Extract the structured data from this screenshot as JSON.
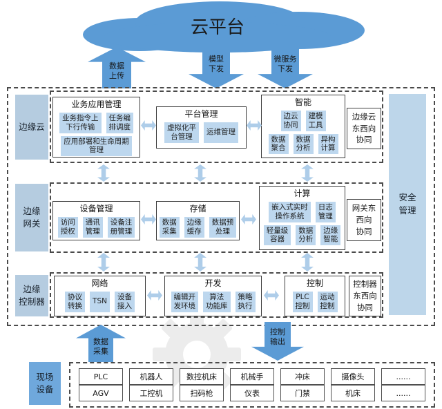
{
  "cloud": {
    "label": "云平台"
  },
  "top_arrows": [
    {
      "label": "数据\n上传",
      "direction": "up"
    },
    {
      "label": "模型\n下发",
      "direction": "down"
    },
    {
      "label": "微服务\n下发",
      "direction": "down"
    }
  ],
  "security_bar": {
    "label": "安全\n管理"
  },
  "layers": [
    {
      "label": "边缘云",
      "groups": [
        {
          "title": "业务应用管理",
          "rows": [
            [
              "业务指令上\n下行传输",
              "任务编\n排调度"
            ],
            [
              "应用部署和生命周期\n管理"
            ]
          ]
        },
        {
          "title": "平台管理",
          "rows": [
            [
              "虚拟化平\n台管理",
              "运维管理"
            ]
          ]
        },
        {
          "title": "智能",
          "rows": [
            [
              "边云\n协同",
              "建模\n工具"
            ],
            [
              "数据\n聚合",
              "数据\n分析",
              "异构\n计算"
            ]
          ]
        }
      ],
      "side_box": "边缘云\n东西向\n协同"
    },
    {
      "label": "边缘\n网关",
      "groups": [
        {
          "title": "设备管理",
          "rows": [
            [
              "访问\n授权",
              "通讯\n管理",
              "设备注\n册管理"
            ]
          ]
        },
        {
          "title": "存储",
          "rows": [
            [
              "数据\n采集",
              "边缘\n缓存",
              "数据预\n处理"
            ]
          ]
        },
        {
          "title": "计算",
          "rows": [
            [
              "嵌入式实时\n操作系统",
              "日志\n管理"
            ],
            [
              "轻量级\n容器",
              "数据\n分析",
              "边缘\n智能"
            ]
          ]
        }
      ],
      "side_box": "网关东\n西向\n协同"
    },
    {
      "label": "边缘\n控制器",
      "groups": [
        {
          "title": "网络",
          "rows": [
            [
              "协议\n转换",
              "TSN",
              "设备\n接入"
            ]
          ]
        },
        {
          "title": "开发",
          "rows": [
            [
              "编辑开\n发环境",
              "算法\n功能库",
              "策略\n执行"
            ]
          ]
        },
        {
          "title": "控制",
          "rows": [
            [
              "PLC\n控制",
              "运动\n控制"
            ]
          ]
        }
      ],
      "side_box": "控制器\n东西向\n协同"
    }
  ],
  "bottom_arrows": [
    {
      "label": "数据\n采集",
      "direction": "up"
    },
    {
      "label": "控制\n输出",
      "direction": "down"
    }
  ],
  "field_devices": {
    "label": "现场\n设备",
    "rows": [
      [
        "PLC",
        "机器人",
        "数控机床",
        "机械手",
        "冲床",
        "摄像头",
        "......"
      ],
      [
        "AGV",
        "工控机",
        "扫码枪",
        "仪表",
        "门禁",
        "机床",
        "......"
      ]
    ]
  },
  "colors": {
    "primary_blue": "#5B9BD5",
    "chip_blue": "#BDD7EE",
    "layer_label_blue": "#B5CCE0",
    "security_bar_blue": "#BDD6EA",
    "field_label_blue": "#6FA8DC",
    "light_arrow_blue": "#AECDE9",
    "gear_gray": "#ececec"
  }
}
